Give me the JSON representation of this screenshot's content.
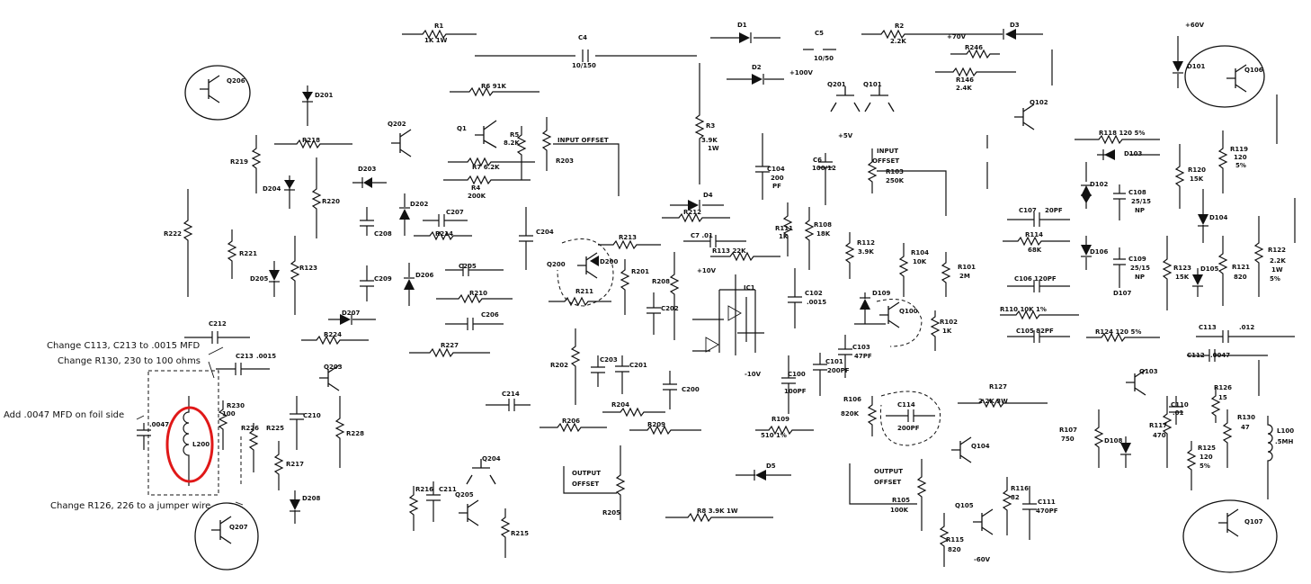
{
  "notes": {
    "change_c113": "Change C113, C213 to .0015 MFD",
    "change_r130": "Change R130, 230 to 100 ohms",
    "add_0047": "Add .0047 MFD on foil side",
    "change_r126": "Change R126, 226 to a jumper wire"
  },
  "labels": {
    "R1": "R1",
    "R1_val": "1K 1W",
    "C4": "C4",
    "C4_val": "10/150",
    "D1": "D1",
    "C5": "C5",
    "C5_val": "10/50",
    "R2": "R2",
    "R2_val": "2.2K",
    "plus70": "+70V",
    "D3": "D3",
    "plus60": "+60V",
    "R246": "R246",
    "R146": "R146",
    "R146_val": "2.4K",
    "D2": "D2",
    "plus100": "+100V",
    "Q201": "Q201",
    "Q101": "Q101",
    "Q102": "Q102",
    "D101": "D101",
    "Q106": "Q106",
    "Q206": "Q206",
    "D201": "D201",
    "R6": "R6 91K",
    "Q202": "Q202",
    "Q1": "Q1",
    "R5": "R5",
    "R5_val": "8.2K",
    "input_offset": "INPUT OFFSET",
    "R203": "R203",
    "R3": "R3",
    "R3_val": "3.9K",
    "R3_w": "1W",
    "plus5": "+5V",
    "input_offset2": "INPUT",
    "offset2": "OFFSET",
    "R103": "R103",
    "R103_val": "250K",
    "R118": "R118 120 5%",
    "R119": "R119",
    "R119_v": "120",
    "R119_p": "5%",
    "R218": "R218",
    "R219": "R219",
    "D203": "D203",
    "D204": "D204",
    "R220": "R220",
    "R7": "R7 6.2K",
    "R4": "R4",
    "R4_val": "200K",
    "C104": "C104",
    "C104_v": "200",
    "C104_u": "PF",
    "C6": "C6",
    "C6_val": "100/12",
    "D103": "D103",
    "R120": "R120",
    "R120_val": "15K",
    "D102": "D102",
    "C108": "C108",
    "C108_v": "25/15",
    "C108_u": "NP",
    "D4": "D4",
    "R212": "R212",
    "D202": "D202",
    "C207": "C207",
    "C107": "C107",
    "C107_v": "20PF",
    "D104": "D104",
    "R222": "R222",
    "R221": "R221",
    "C208": "C208",
    "R214": "R214",
    "C204": "C204",
    "R111": "R111",
    "R111_v": "1K",
    "R108": "R108",
    "R108_v": "18K",
    "R114": "R114",
    "R114_v": "68K",
    "C7": "C7 .01",
    "R113": "R113 22K",
    "R213": "R213",
    "Q200": "Q200",
    "D200": "D200",
    "R112": "R112",
    "R112_v": "3.9K",
    "R104": "R104",
    "R104_v": "10K",
    "D106": "D106",
    "C109": "C109",
    "C109_v": "25/15",
    "C109_u": "NP",
    "R122": "R122",
    "R122_v": "2.2K",
    "R122_w": "1W",
    "R122_p": "5%",
    "D205": "D205",
    "R123": "R123",
    "C209": "C209",
    "D206": "D206",
    "C205": "C205",
    "R201": "R201",
    "R208": "R208",
    "plus10": "+10V",
    "R101": "R101",
    "R101_v": "2M",
    "R123r": "R123",
    "R123r_v": "15K",
    "D105": "D105",
    "R121": "R121",
    "R121_v": "820",
    "C106": "C106 120PF",
    "IC1": "IC1",
    "R211": "R211",
    "R210": "R210",
    "C202": "C202",
    "C102": "C102",
    "C102_v": ".0015",
    "D109": "D109",
    "Q100": "Q100",
    "R110": "R110 10K 1%",
    "D107": "D107",
    "C212": "C212",
    "D207": "D207",
    "C206": "C206",
    "R102": "R102",
    "R102_v": "1K",
    "C105": "C105 82PF",
    "R124": "R124 120 5%",
    "C113": "C113",
    "C113_v": ".012",
    "R224": "R224",
    "R227": "R227",
    "C103": "C103",
    "C103_v": "47PF",
    "C213": "C213",
    "C213_v": ".0015",
    "R202": "R202",
    "C203": "C203",
    "C201": "C201",
    "C101": "C101",
    "C101_v": "200PF",
    "C112": "C112",
    "C112_v": ".0047",
    "Q203": "Q203",
    "minus10": "-10V",
    "C100": "C100",
    "C100_v": "100PF",
    "Q103": "Q103",
    "R230": "R230",
    "R230_v": "100",
    "C214": "C214",
    "C200": "C200",
    "R106": "R106",
    "R106_v": "820K",
    "C114": "C114",
    "C114_v": "200PF",
    "R127": "R127",
    "R127_v": "2.2K 3W",
    "R126": "R126",
    "R126_v": "15",
    "C110": "C110",
    "C110_v": ".01",
    "R130": "R130",
    "R130_v": "47",
    "R204": "R204",
    "C210": "C210",
    "R228": "R228",
    "R205": "R205",
    "R209": "R209",
    "R109": "R109",
    "R109_v": "510 1%",
    "R117": "R117",
    "R117_v": "470",
    "L200": "L200",
    "L100": "L100",
    "L100_v": ".5MH",
    "c0047": ".0047",
    "R226": "R226",
    "R225": "R225",
    "R206": "R206",
    "R107": "R107",
    "R107_v": "750",
    "R125": "R125",
    "R125_v": "120",
    "R125_p": "5%",
    "Q104": "Q104",
    "D108": "D108",
    "R217": "R217",
    "Q204": "Q204",
    "D5": "D5",
    "output_offset": "OUTPUT",
    "output_offset_b": "OFFSET",
    "output_offset2": "OUTPUT",
    "output_offset2_b": "OFFSET",
    "R216": "R216",
    "C211": "C211",
    "D208": "D208",
    "Q205": "Q205",
    "R105": "R105",
    "R105_v": "100K",
    "R116": "R116",
    "R116_v": "82",
    "C111": "C111",
    "C111_v": "470PF",
    "R8": "R8 3.9K 1W",
    "Q105": "Q105",
    "Q107": "Q107",
    "Q207": "Q207",
    "R215": "R215",
    "R115": "R115",
    "R115_v": "820",
    "minus60": "-60V"
  }
}
